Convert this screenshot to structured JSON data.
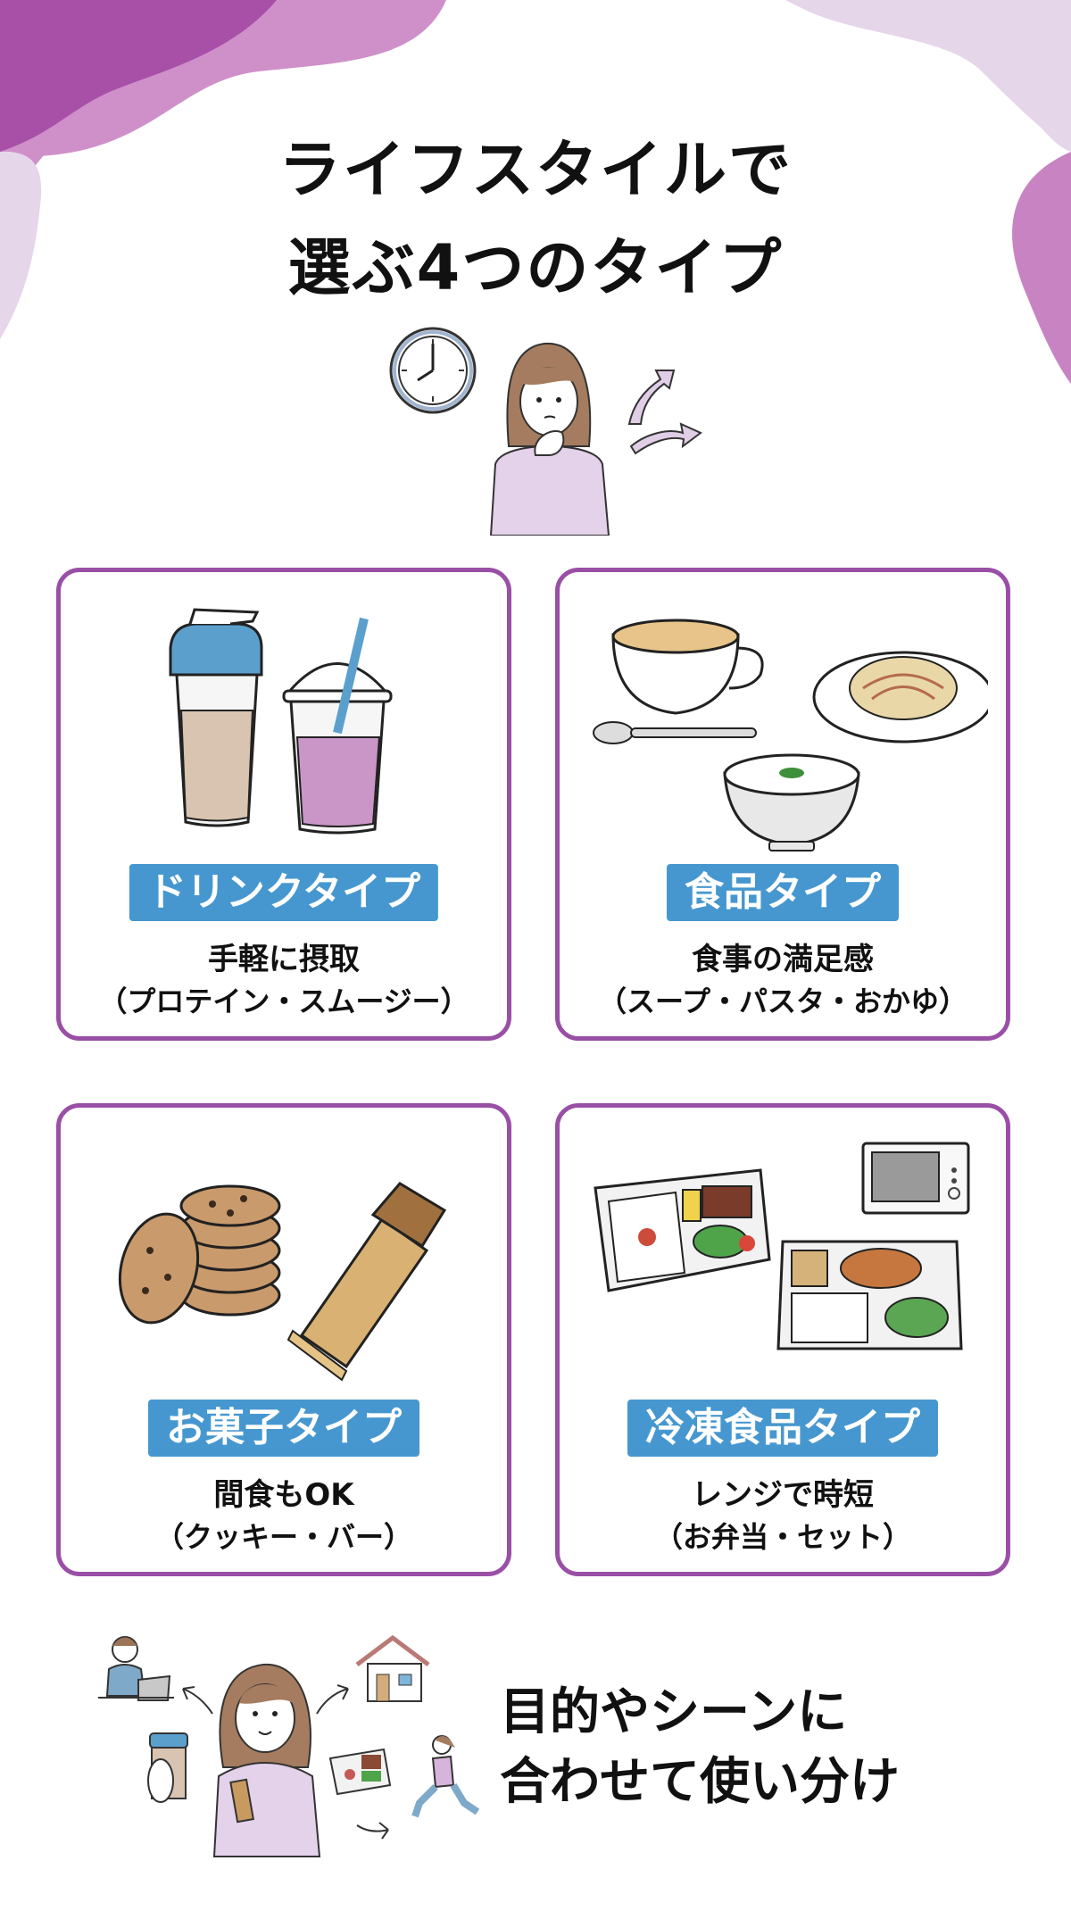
{
  "title": {
    "line1": "ライフスタイルで",
    "line2": "選ぶ4つのタイプ"
  },
  "colors": {
    "accent_purple": "#9a4fa6",
    "tag_blue": "#4697cf",
    "blob_dark": "#a84fa8",
    "blob_mid": "#cf90c9",
    "blob_light": "#e6d6ea"
  },
  "hero": {
    "icons": [
      "clock-icon",
      "thinking-woman-icon",
      "choice-arrows-icon"
    ]
  },
  "cards": [
    {
      "tag": "ドリンクタイプ",
      "headline": "手軽に摂取",
      "examples": "（プロテイン・スムージー）",
      "icons": [
        "protein-shaker-icon",
        "smoothie-cup-icon"
      ]
    },
    {
      "tag": "食品タイプ",
      "headline": "食事の満足感",
      "examples": "（スープ・パスタ・おかゆ）",
      "icons": [
        "soup-cup-icon",
        "pasta-plate-icon",
        "porridge-bowl-icon",
        "spoon-icon"
      ]
    },
    {
      "tag": "お菓子タイプ",
      "headline": "間食もOK",
      "examples": "（クッキー・バー）",
      "icons": [
        "cookie-stack-icon",
        "protein-bar-icon"
      ]
    },
    {
      "tag": "冷凍食品タイプ",
      "headline": "レンジで時短",
      "examples": "（お弁当・セット）",
      "icons": [
        "bento-tray-icon",
        "microwave-icon",
        "meal-set-tray-icon"
      ]
    }
  ],
  "footer": {
    "line1": "目的やシーンに",
    "line2": "合わせて使い分け",
    "icons": [
      "office-worker-icon",
      "house-icon",
      "runner-icon",
      "shaker-in-hand-icon",
      "smiling-woman-icon"
    ]
  }
}
